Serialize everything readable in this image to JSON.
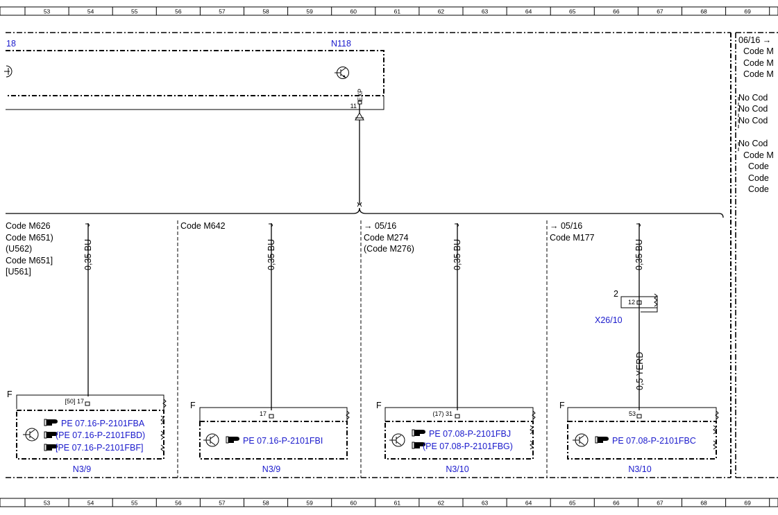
{
  "ruler": {
    "numbers": [
      "53",
      "54",
      "55",
      "56",
      "57",
      "58",
      "59",
      "60",
      "61",
      "62",
      "63",
      "64",
      "65",
      "66",
      "67",
      "68",
      "69"
    ]
  },
  "top_module": {
    "left_label": "18",
    "label": "N118",
    "pin": "11",
    "pin_tag": "EXP"
  },
  "right_panel": {
    "lines": [
      "06/16 →",
      "Code M",
      "Code M",
      "Code M",
      "No Cod",
      "No Cod",
      "No Cod",
      "No Cod",
      "Code M",
      "Code",
      "Code",
      "Code"
    ]
  },
  "columns": [
    {
      "conditions": [
        "Code M626",
        "Code M651)",
        "(U562)",
        "Code M651]",
        "[U561]"
      ],
      "wire": "0,35 BU",
      "pin": "[50] 17",
      "refs": [
        "PE 07.16-P-2101FBA",
        "(PE 07.16-P-2101FBD)",
        "[PE 07.16-P-2101FBF]"
      ],
      "module": "N3/9"
    },
    {
      "conditions": [
        "Code M642"
      ],
      "wire": "0,35 BU",
      "pin": "17",
      "refs": [
        "PE 07.16-P-2101FBI"
      ],
      "module": "N3/9"
    },
    {
      "conditions": [
        "→ 05/16",
        "Code M274",
        "(Code M276)"
      ],
      "wire": "0,35 BU",
      "pin": "(17)  31",
      "refs": [
        "PE 07.08-P-2101FBJ",
        "(PE 07.08-P-2101FBG)"
      ],
      "module": "N3/10"
    },
    {
      "conditions": [
        "→ 05/16",
        "Code M177"
      ],
      "wire": "0,35 BU",
      "wire2": "0,5 YERD",
      "pin": "53",
      "refs": [
        "PE 07.08-P-2101FBC"
      ],
      "module": "N3/10",
      "connector": {
        "label": "X26/10",
        "pin": "12",
        "num": "2"
      }
    }
  ],
  "frame_marker": "F",
  "icons": [
    "transistor-icon",
    "reference-hand-icon",
    "resistor-icon"
  ],
  "colors": {
    "link": "#1a1acc",
    "line": "#000000"
  }
}
